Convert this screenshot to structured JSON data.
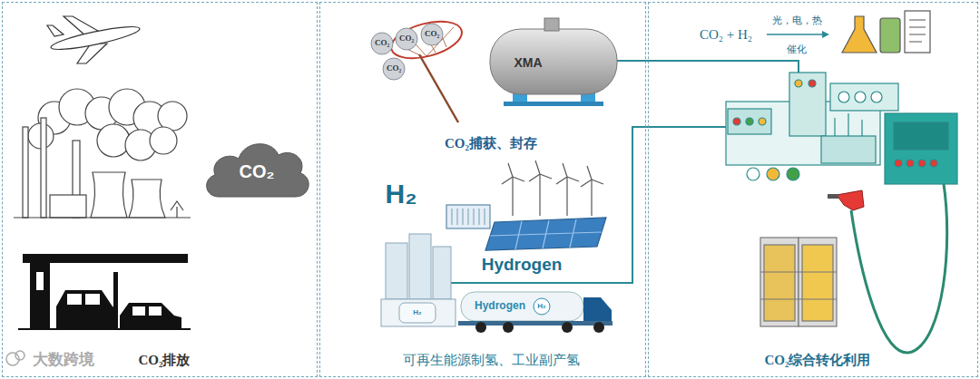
{
  "diagram": {
    "nodes": [
      {
        "text": [
          "CO₂排放"
        ]
      },
      {
        "text": [
          "CO₂"
        ],
        "in": 0
      },
      {
        "text": [
          "CO₂捕获、封存",
          "可再生能源制氢、工业副产氢"
        ]
      },
      {
        "text": [
          "CO₂综合转化利用"
        ]
      }
    ],
    "labels": [
      "CO₂",
      "CO₂",
      "CO₂",
      "CO₂",
      "H₂",
      "Hydrogen",
      "Hydrogen",
      "H₂",
      "H₂",
      "CO₂ + H₂",
      "光，电，热",
      "催化",
      "XMA",
      "大数跨境"
    ]
  }
}
